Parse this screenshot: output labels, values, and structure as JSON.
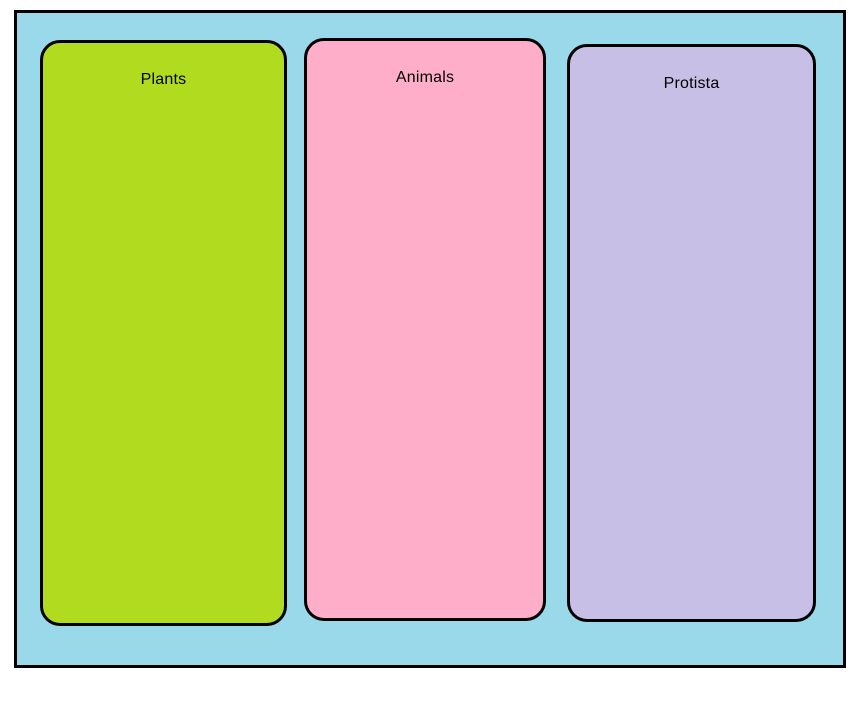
{
  "board": {
    "background_color": "#99D9EA",
    "border_color": "#000000",
    "categories": [
      {
        "label": "Plants",
        "color": "#B0DB1E"
      },
      {
        "label": "Animals",
        "color": "#FFAEC9"
      },
      {
        "label": "Protista",
        "color": "#C8BFE7"
      }
    ]
  }
}
